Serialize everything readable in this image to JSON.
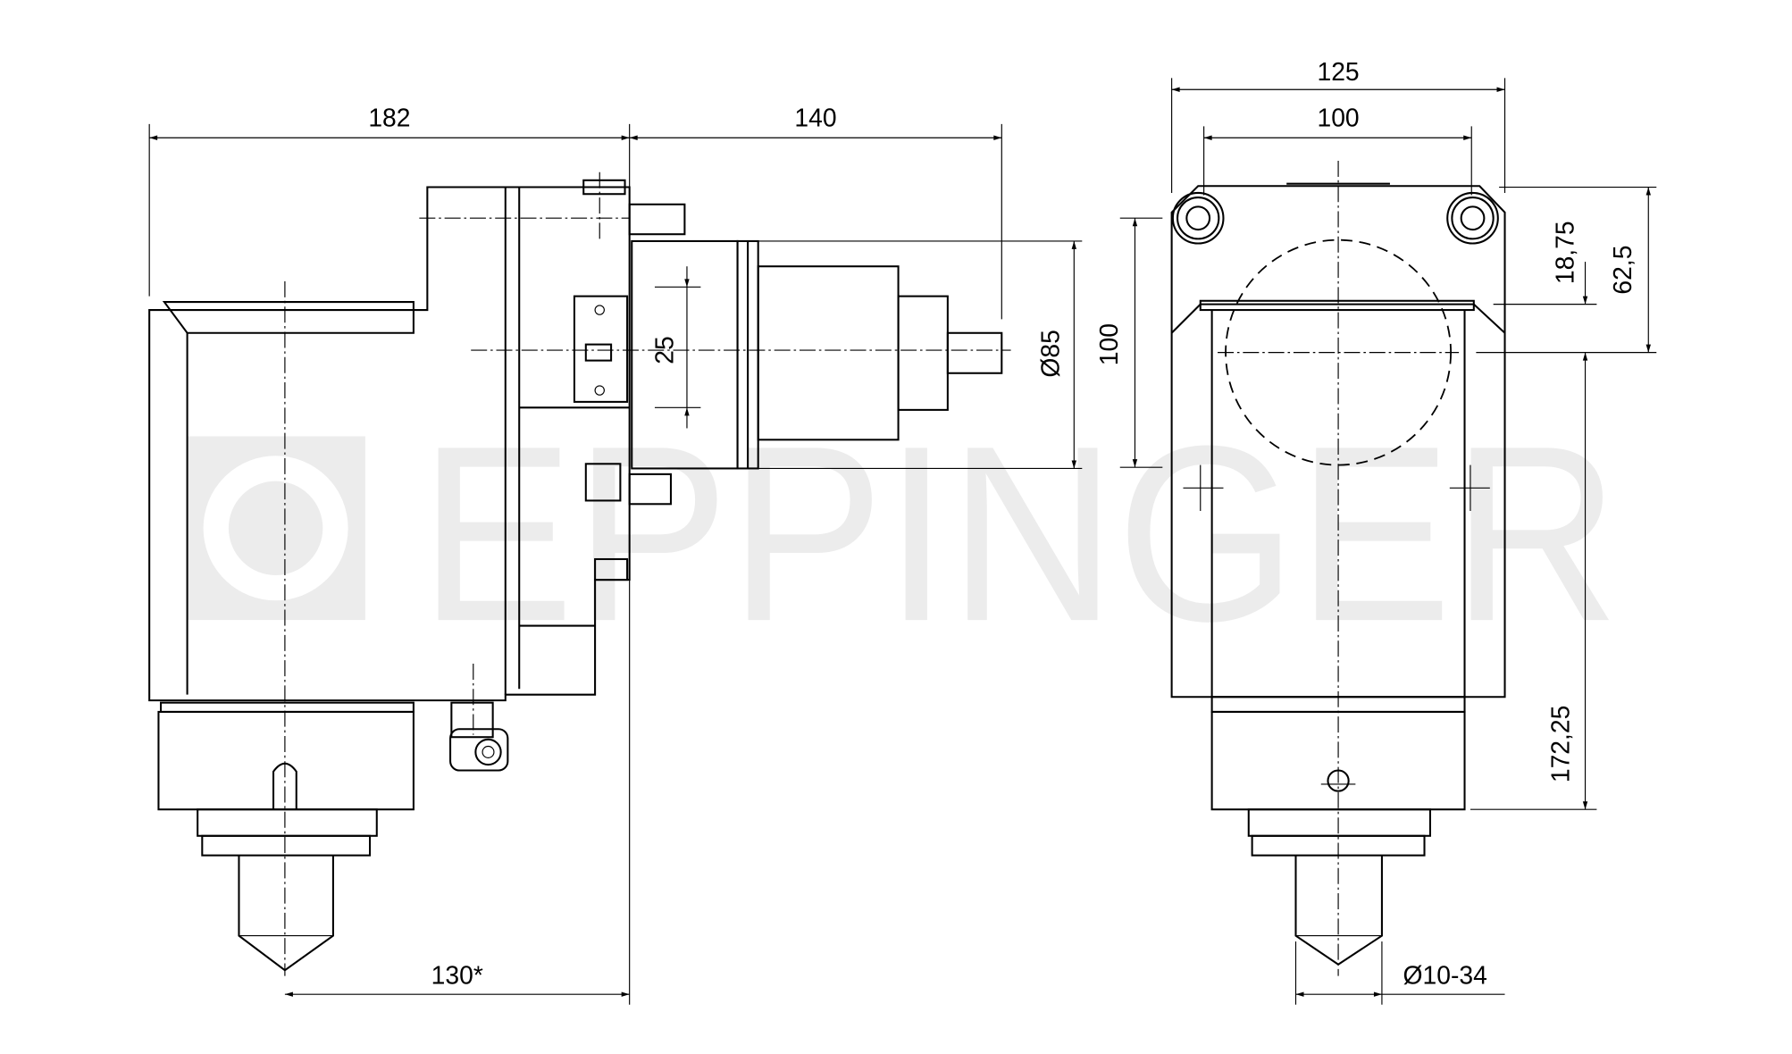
{
  "watermark": {
    "brand": "EPPINGER",
    "color": "#ececec"
  },
  "side_view": {
    "dimensions": {
      "overall_length": "182",
      "motor_length": "140",
      "offset": "25",
      "motor_diameter": "Ø85",
      "tool_offset": "130*"
    }
  },
  "front_view": {
    "dimensions": {
      "plate_width": "125",
      "bolt_spacing": "100",
      "height_100": "100",
      "top_offset": "62,5",
      "step_offset": "18,75",
      "axis_height": "172,25",
      "collet_range": "Ø10-34"
    }
  }
}
